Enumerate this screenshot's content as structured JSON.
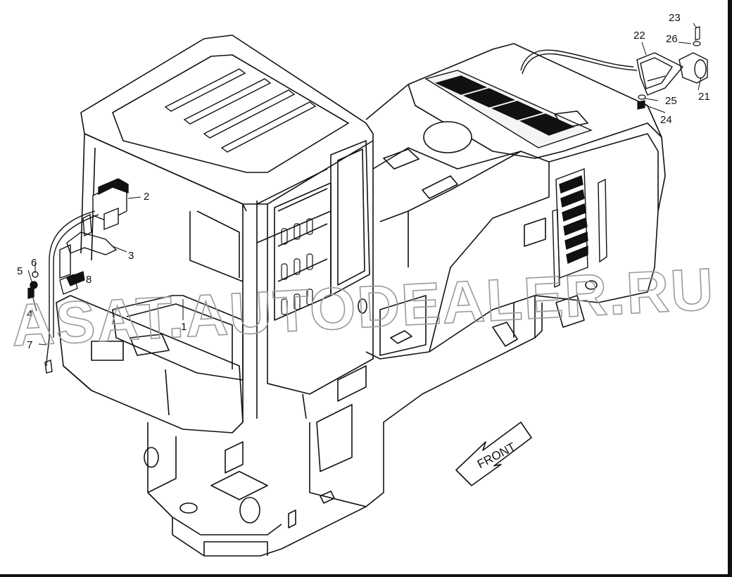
{
  "diagram": {
    "watermark": "ASAT.AUTODEALER.RU",
    "direction_arrow": "FRONT",
    "callouts": [
      "1",
      "2",
      "3",
      "4",
      "5",
      "6",
      "7",
      "8",
      "21",
      "22",
      "23",
      "24",
      "25",
      "26"
    ]
  }
}
